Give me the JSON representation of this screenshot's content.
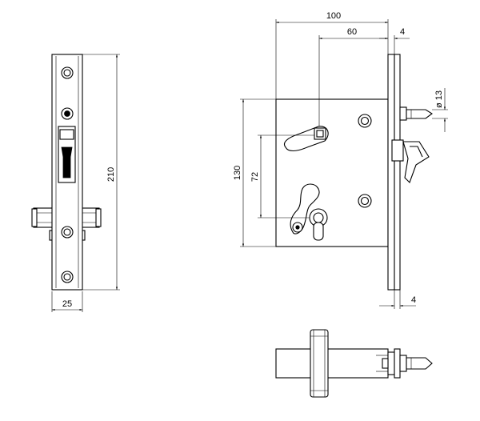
{
  "dimensions": {
    "height_front": "210",
    "width_front": "25",
    "total_width": "100",
    "spindle_offset": "60",
    "faceplate_top": "4",
    "faceplate_bottom": "4",
    "case_height": "130",
    "distance": "72",
    "pin_diameter": "ø 13"
  },
  "colors": {
    "line": "#000000",
    "background": "#ffffff"
  }
}
